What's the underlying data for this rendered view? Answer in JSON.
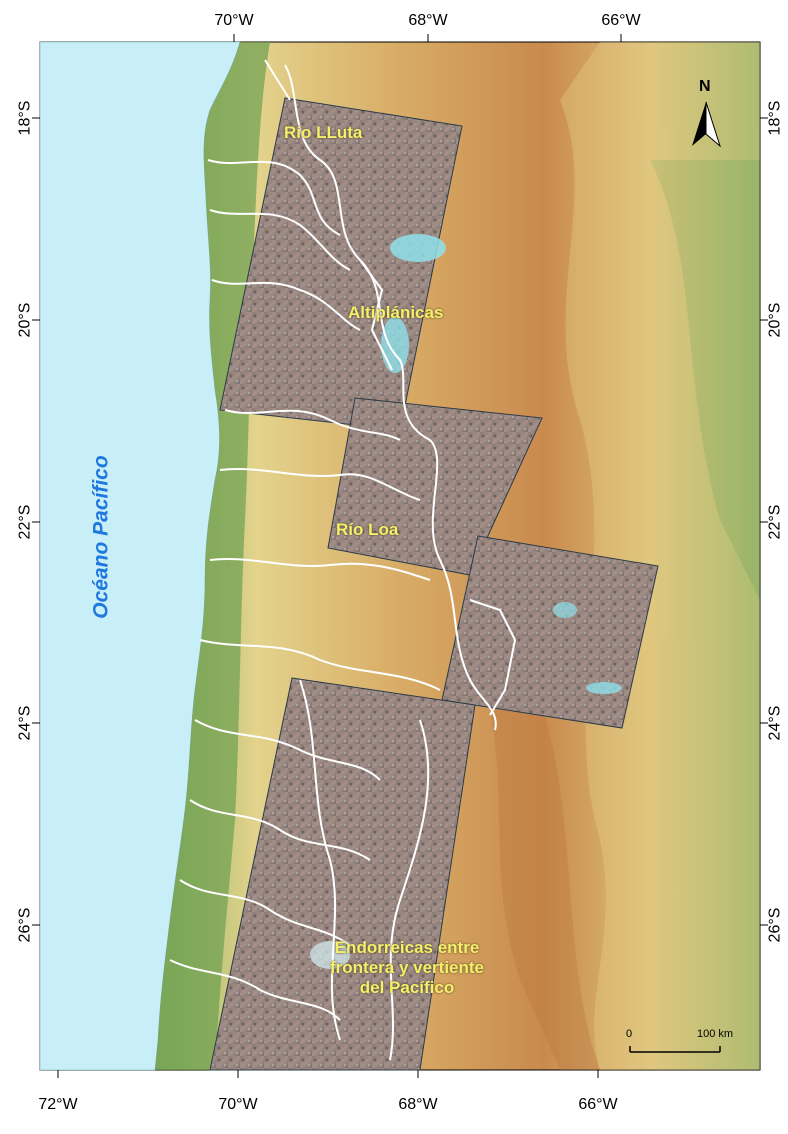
{
  "axes": {
    "top": [
      "70°W",
      "68°W",
      "66°W"
    ],
    "bottom": [
      "72°W",
      "70°W",
      "68°W",
      "66°W"
    ],
    "left": [
      "18°S",
      "20°S",
      "22°S",
      "24°S",
      "26°S"
    ],
    "right": [
      "18°S",
      "20°S",
      "22°S",
      "24°S",
      "26°S"
    ]
  },
  "labels": {
    "ocean": "Océano Pacífico",
    "rio_lluta": "Río LLuta",
    "altiplanicas": "Altiplánicas",
    "rio_loa": "Río Loa",
    "endorreicas_line1": "Endorreicas entre",
    "endorreicas_line2": "frontera y vertiente",
    "endorreicas_line3": "del Pacífico"
  },
  "north_arrow": {
    "label": "N"
  },
  "scale_bar": {
    "start": "0",
    "end": "100 km"
  },
  "colors": {
    "ocean": "#c8eef8",
    "lowland": "#6a9a4a",
    "desert": "#e2cf86",
    "highland": "#c98a4e",
    "boundaries": "#ffffff",
    "labels": "#f5f06a",
    "ocean_label": "#1e78e0"
  }
}
